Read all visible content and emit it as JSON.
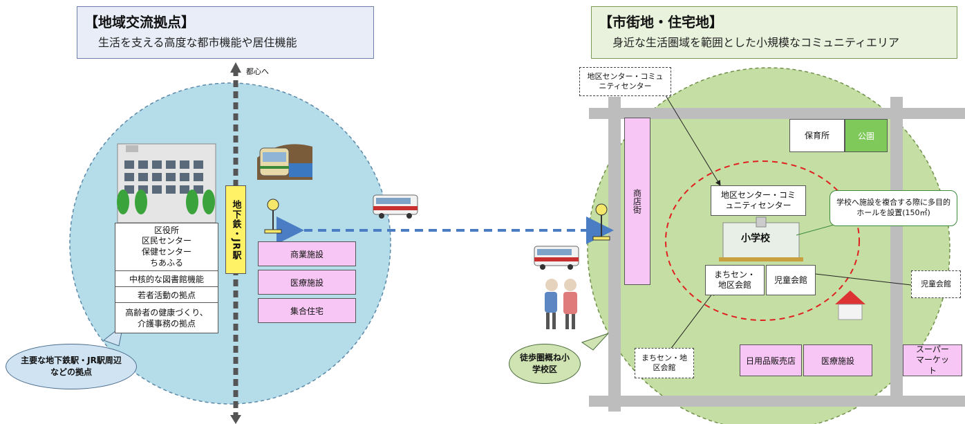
{
  "left": {
    "title": "【地域交流拠点】",
    "subtitle": "生活を支える高度な都市機能や居住機能",
    "to_center": "都心へ",
    "station": "地下鉄・JR駅",
    "facility_block": [
      "区役所",
      "区民センター",
      "保健センター",
      "ちあふる"
    ],
    "features": [
      "中核的な図書館機能",
      "若者活動の拠点",
      "高齢者の健康づくり、介護事務の拠点"
    ],
    "pink_boxes": [
      "商業施設",
      "医療施設",
      "集合住宅"
    ],
    "bubble": "主要な地下鉄駅・JR駅周辺などの拠点"
  },
  "right": {
    "title": "【市街地・住宅地】",
    "subtitle": "身近な生活圏域を範囲とした小規模なコミュニティエリア",
    "callout_top": "地区センター・コミュニティセンター",
    "shotengai": "商店街",
    "hoikusho": "保育所",
    "koen": "公園",
    "center_box": "地区センター・コミュニティセンター",
    "school": "小学校",
    "school_note": "学校へ施設を複合する際に多目的ホールを設置(150㎡)",
    "machisen": "まちセン・地区会館",
    "jido": "児童会館",
    "jido_callout": "児童会館",
    "machisen_callout": "まちセン・地区会館",
    "shops": [
      "日用品販売店",
      "医療施設"
    ],
    "super": "スーパーマーケット",
    "walk_bubble": "徒歩圏概ね小学校区"
  },
  "colors": {
    "left_circle": "#b5dde9",
    "right_circle": "#c5dea3",
    "pink": "#f7c6f4",
    "arrow": "#4a7dc4",
    "red_dash": "#e02020"
  }
}
